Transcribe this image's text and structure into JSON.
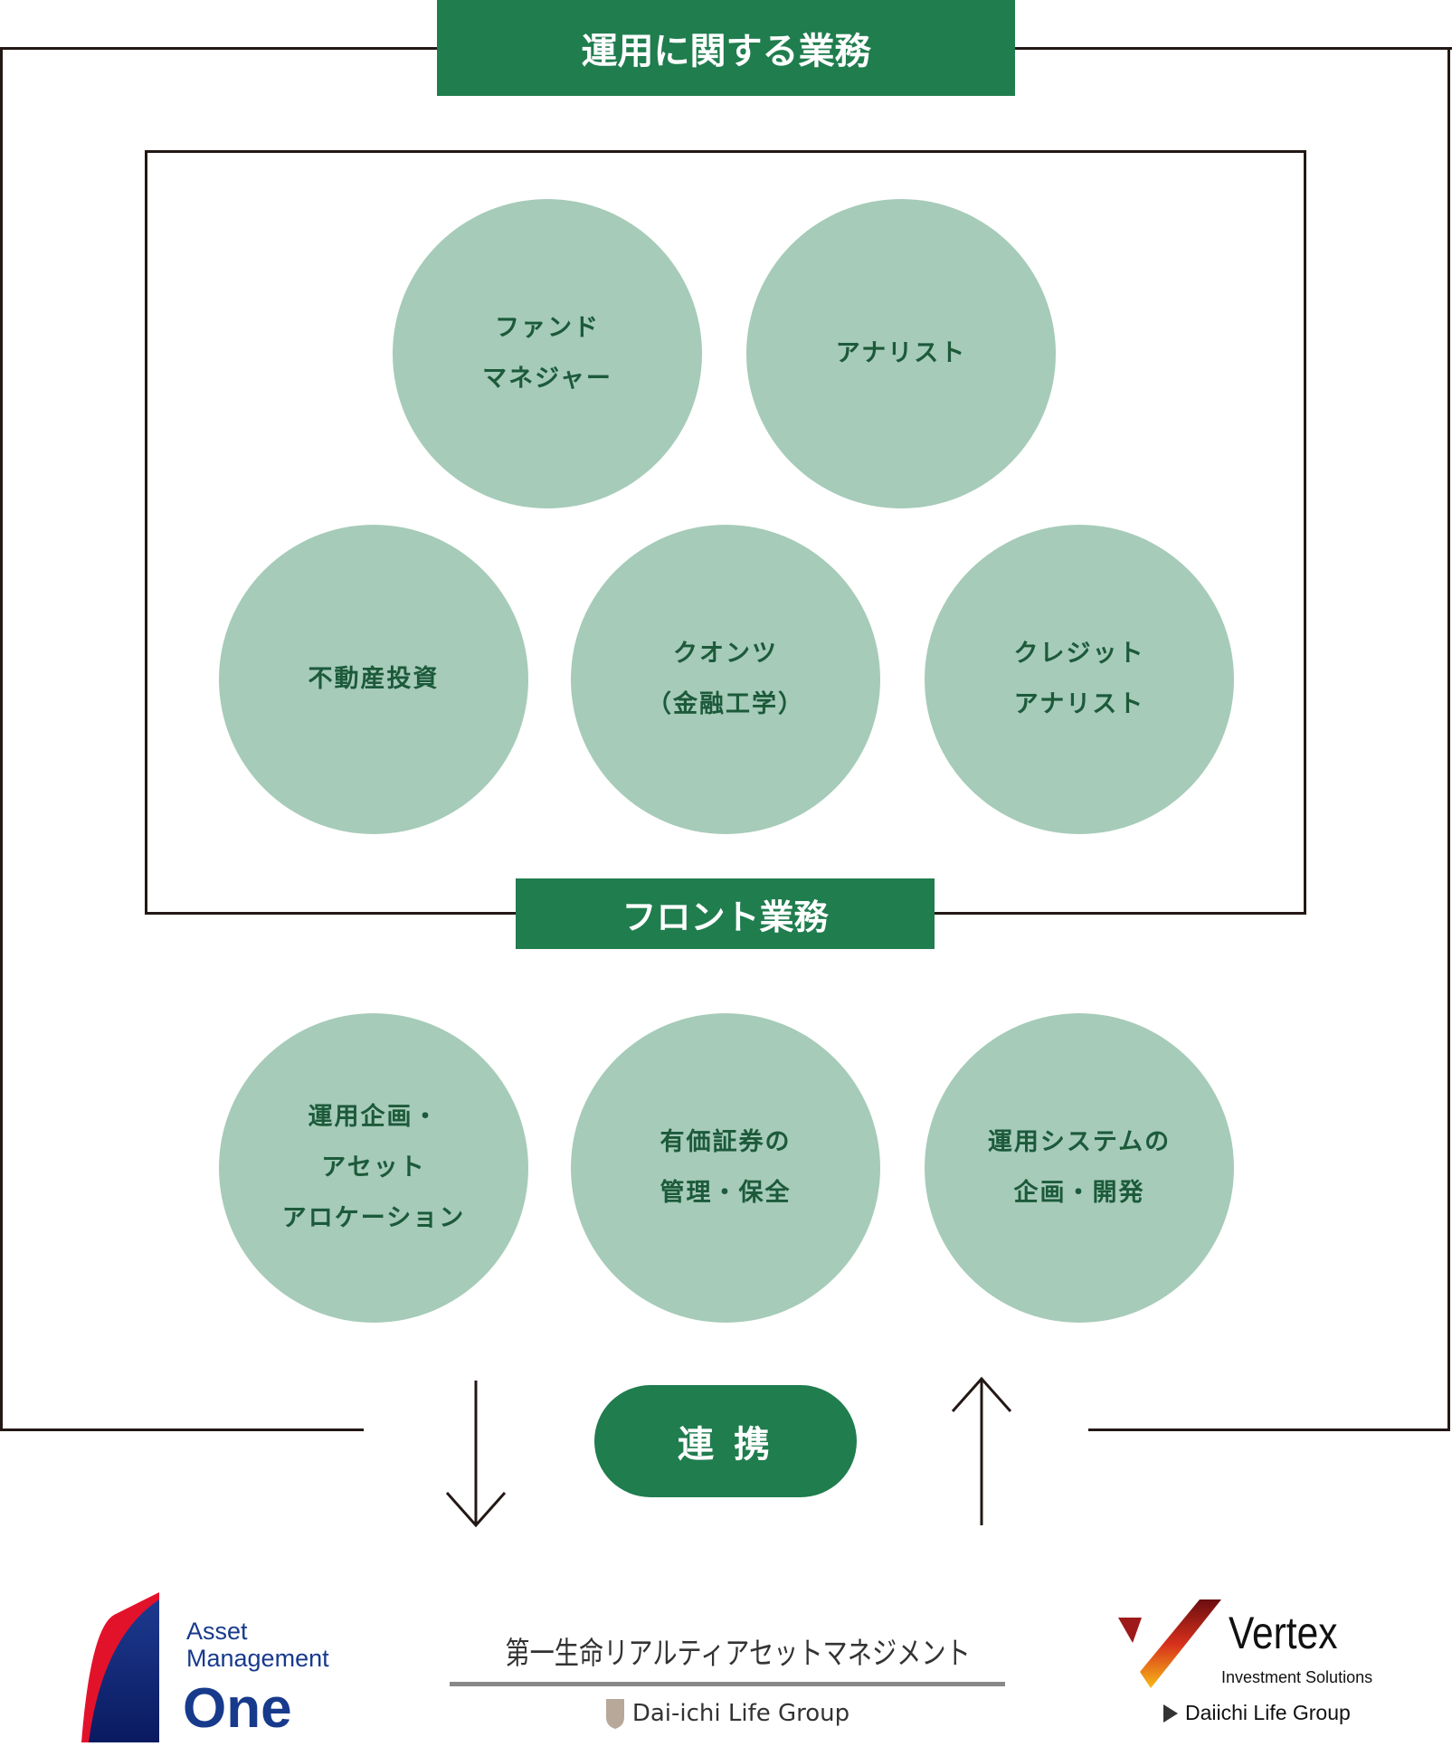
{
  "header_label": "運用に関する業務",
  "front_label": "フロント業務",
  "front_roles": [
    {
      "lines": [
        "ファンド",
        "マネジャー"
      ]
    },
    {
      "lines": [
        "アナリスト"
      ]
    },
    {
      "lines": [
        "不動産投資"
      ]
    },
    {
      "lines": [
        "クオンツ",
        "（金融工学）"
      ]
    },
    {
      "lines": [
        "クレジット",
        "アナリスト"
      ]
    }
  ],
  "other_roles": [
    {
      "lines": [
        "運用企画・",
        "アセット",
        "アロケーション"
      ]
    },
    {
      "lines": [
        "有価証券の",
        "管理・保全"
      ]
    },
    {
      "lines": [
        "運用システムの",
        "企画・開発"
      ]
    }
  ],
  "link_label": "連 携",
  "logos": {
    "amo": {
      "line1": "Asset",
      "line2": "Management",
      "line3": "One"
    },
    "realty": {
      "name": "第一生命リアルティアセットマネジメント",
      "group": "Dai-ichi Life Group"
    },
    "vertex": {
      "name": "Vertex",
      "sub": "Investment Solutions",
      "group": "Daiichi Life Group"
    }
  },
  "colors": {
    "green": "#207d4e",
    "circle": "#a6cbb9",
    "line": "#231815"
  }
}
